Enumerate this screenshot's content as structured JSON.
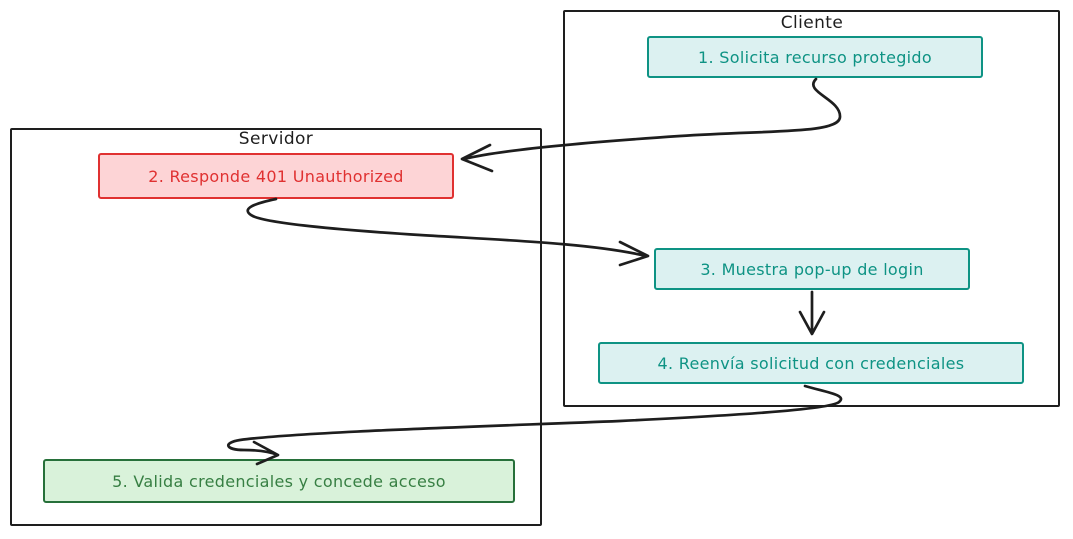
{
  "diagram": {
    "type": "flowchart",
    "containers": [
      {
        "id": "cliente",
        "title": "Cliente"
      },
      {
        "id": "servidor",
        "title": "Servidor"
      }
    ],
    "nodes": [
      {
        "id": "step-1",
        "label": "1. Solicita recurso protegido",
        "container": "cliente",
        "palette": "teal"
      },
      {
        "id": "step-2",
        "label": "2. Responde 401 Unauthorized",
        "container": "servidor",
        "palette": "red"
      },
      {
        "id": "step-3",
        "label": "3. Muestra pop-up de login",
        "container": "cliente",
        "palette": "teal"
      },
      {
        "id": "step-4",
        "label": "4. Reenvía solicitud con credenciales",
        "container": "cliente",
        "palette": "teal"
      },
      {
        "id": "step-5",
        "label": "5. Valida credenciales y concede acceso",
        "container": "servidor",
        "palette": "green"
      }
    ],
    "edges": [
      {
        "from": "step-1",
        "to": "step-2"
      },
      {
        "from": "step-2",
        "to": "step-3"
      },
      {
        "from": "step-3",
        "to": "step-4"
      },
      {
        "from": "step-4",
        "to": "step-5"
      }
    ],
    "colors": {
      "ink": "#1e1e1e",
      "background": "#ffffff",
      "teal_stroke": "#0e9384",
      "teal_fill": "#dcf1f1",
      "teal_text": "#0e9384",
      "red_stroke": "#e03131",
      "red_fill": "#fdd4d6",
      "red_text": "#e03131",
      "green_stroke": "#27703a",
      "green_fill": "#d9f2da",
      "green_text": "#377f43"
    }
  }
}
